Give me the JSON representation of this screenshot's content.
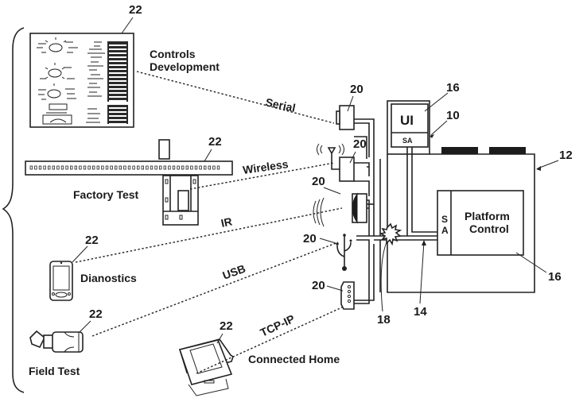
{
  "diagram": {
    "devices": {
      "controls_development": {
        "label_line1": "Controls",
        "label_line2": "Development",
        "ref": "22"
      },
      "factory_test": {
        "label": "Factory Test",
        "ref": "22"
      },
      "diagnostics": {
        "label": "Dianostics",
        "ref": "22"
      },
      "field_test": {
        "label": "Field Test",
        "ref": "22"
      },
      "connected_home": {
        "label": "Connected Home",
        "ref": "22"
      }
    },
    "links": {
      "serial": "Serial",
      "wireless": "Wireless",
      "ir": "IR",
      "usb": "USB",
      "tcp_ip": "TCP-IP"
    },
    "ports": {
      "serial_ref": "20",
      "wireless_ref": "20",
      "ir_ref": "20",
      "usb_ref": "20",
      "tcp_ref": "20"
    },
    "appliance": {
      "ui_label": "UI",
      "ui_sa_label": "SA",
      "platform_label_line1": "Platform",
      "platform_label_line2": "Control",
      "platform_sa_line1": "S",
      "platform_sa_line2": "A",
      "ref_ui": "16",
      "ref_ui_unit": "10",
      "ref_appliance": "12",
      "ref_platform": "16",
      "ref_bus": "14",
      "ref_fault": "18"
    }
  }
}
